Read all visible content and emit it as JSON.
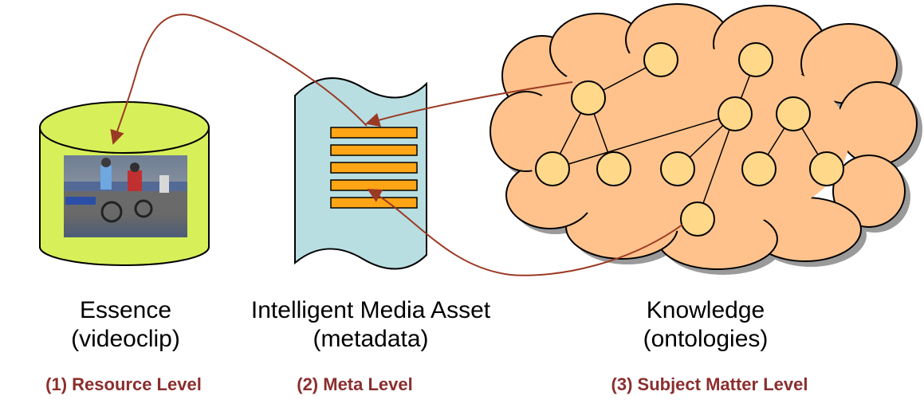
{
  "essence": {
    "title": "Essence",
    "subtitle": "(videoclip)",
    "level": "(1) Resource Level"
  },
  "asset": {
    "title": "Intelligent Media Asset",
    "subtitle": "(metadata)",
    "level": "(2) Meta Level"
  },
  "knowledge": {
    "title": "Knowledge",
    "subtitle": "(ontologies)",
    "level": "(3) Subject Matter Level"
  },
  "colors": {
    "cylinder_fill": "#D7F05A",
    "document_fill": "#B8DEE2",
    "metadata_bar": "#FFA516",
    "cloud_fill": "#FFC28C",
    "node_fill": "#FFD88A",
    "arrow": "#9B3A24",
    "level_text": "#8B2E2E"
  }
}
